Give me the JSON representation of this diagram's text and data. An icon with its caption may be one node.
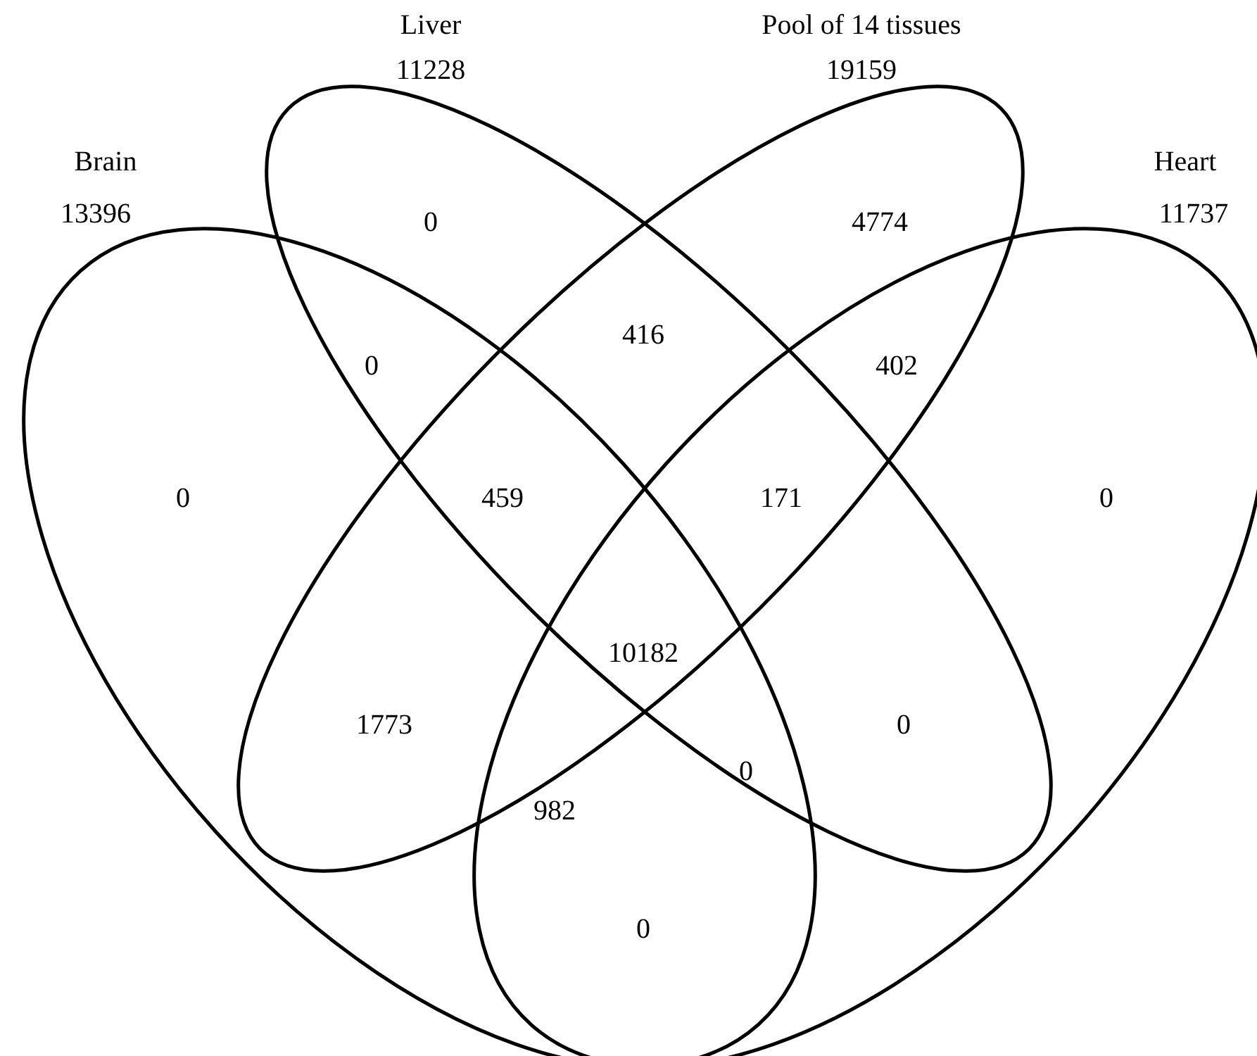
{
  "diagram": {
    "nodes": [
      {
        "text": [
          "Brain",
          "13396"
        ]
      },
      {
        "text": [
          "Liver",
          "11228"
        ]
      },
      {
        "text": [
          "Pool of 14 tissues",
          "19159"
        ]
      },
      {
        "text": [
          "Heart",
          "11737"
        ]
      }
    ],
    "edges": [],
    "labels": [
      "0",
      "4774",
      "416",
      "0",
      "402",
      "0",
      "459",
      "171",
      "0",
      "10182",
      "1773",
      "0",
      "982",
      "0",
      "0"
    ]
  }
}
